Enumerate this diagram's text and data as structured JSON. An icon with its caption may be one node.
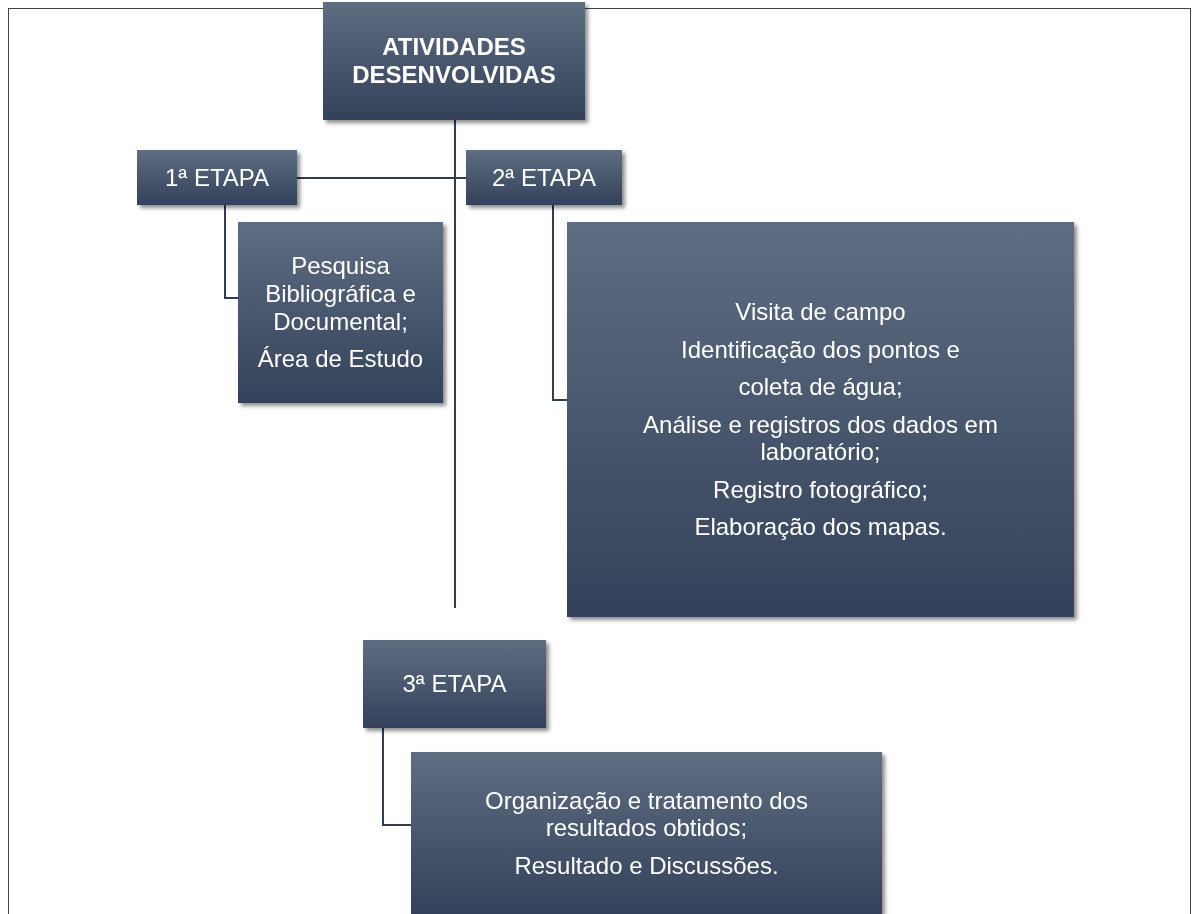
{
  "diagram": {
    "nodes": [
      {
        "text": [
          "ATIVIDADES DESENVOLVIDAS"
        ]
      },
      {
        "text": [
          "1ª ETAPA"
        ]
      },
      {
        "text": [
          "Pesquisa Bibliográfica e Documental;",
          "Área de Estudo"
        ]
      },
      {
        "text": [
          "2ª ETAPA"
        ]
      },
      {
        "text": [
          "Visita de campo",
          "Identificação dos pontos e",
          "coleta de água;",
          "Análise e registros dos dados em laboratório;",
          "Registro fotográfico;",
          "Elaboração dos mapas."
        ]
      },
      {
        "text": [
          "3ª ETAPA"
        ]
      },
      {
        "text": [
          "Organização e tratamento dos resultados obtidos;",
          "Resultado e Discussões."
        ]
      }
    ],
    "edges": [
      {
        "from": 0,
        "to": 1,
        "arrow": "none"
      },
      {
        "from": 1,
        "to": 2,
        "arrow": "none"
      },
      {
        "from": 0,
        "to": 3,
        "arrow": "none"
      },
      {
        "from": 0,
        "to": null,
        "arrow": "none"
      },
      {
        "from": 3,
        "to": 4,
        "arrow": "none"
      },
      {
        "from": 5,
        "to": 6,
        "arrow": "none"
      }
    ]
  }
}
